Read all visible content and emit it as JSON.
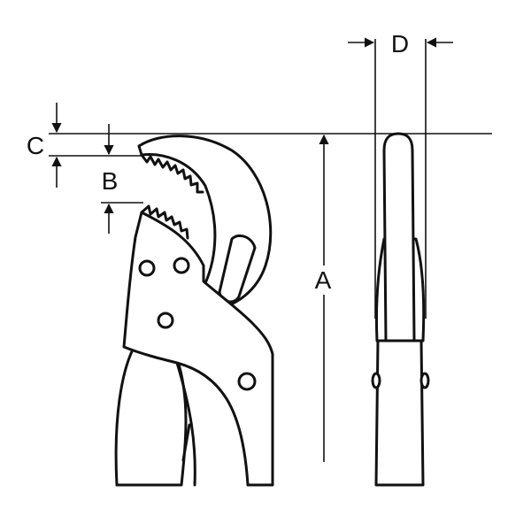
{
  "diagram": {
    "labels": {
      "a": "A",
      "b": "B",
      "c": "C",
      "d": "D"
    },
    "colors": {
      "line": "#111111",
      "background": "#ffffff"
    }
  }
}
